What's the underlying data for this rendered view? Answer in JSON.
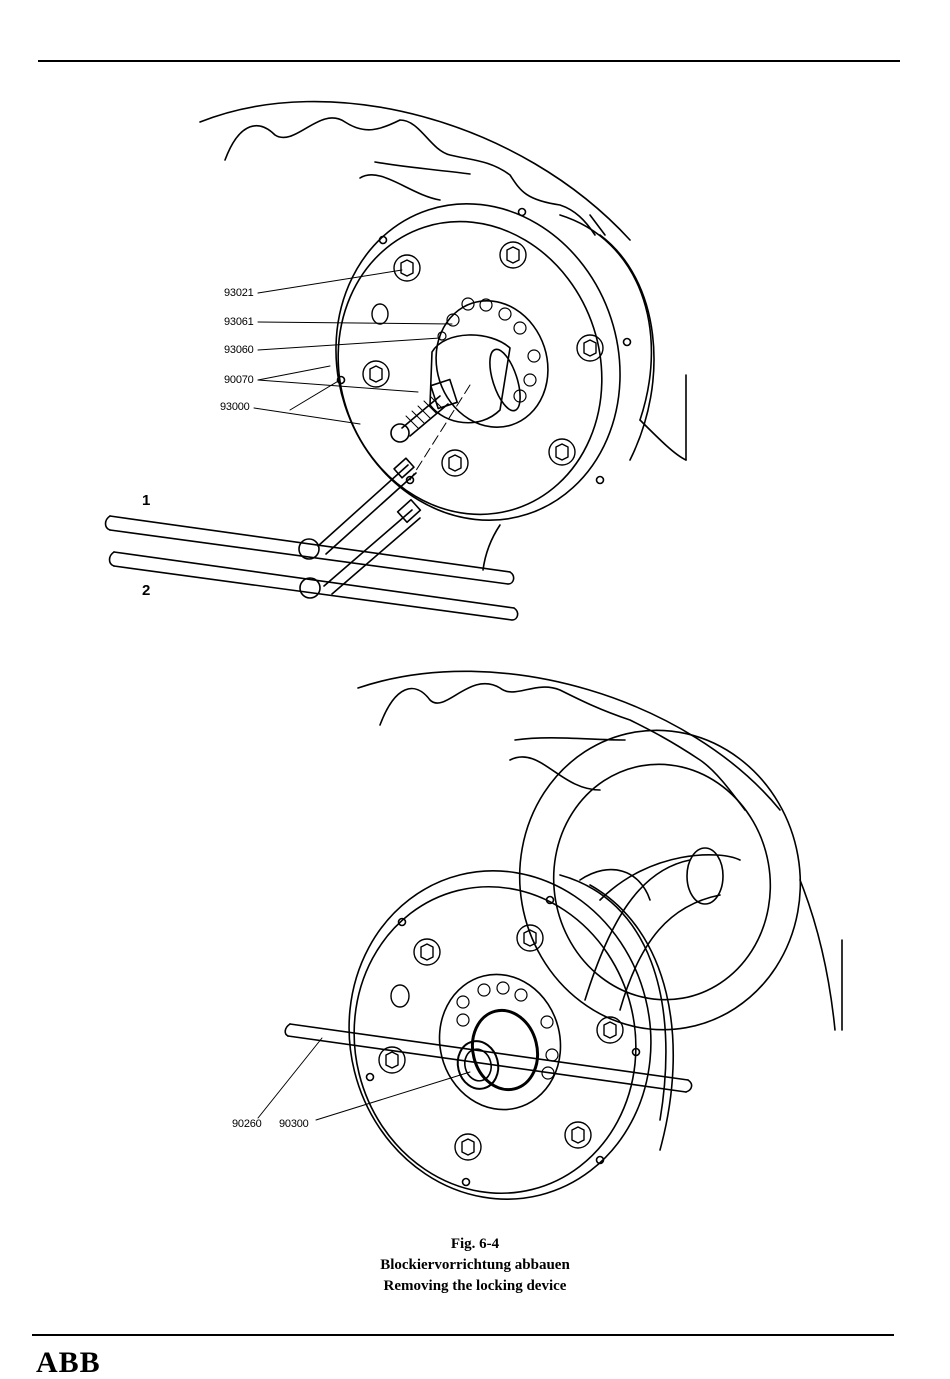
{
  "upper_figure": {
    "labels": [
      "93021",
      "93061",
      "93060",
      "90070",
      "93000"
    ],
    "tool_numbers": [
      "1",
      "2"
    ]
  },
  "lower_figure": {
    "labels": [
      "90260",
      "90300"
    ]
  },
  "caption": {
    "figure_number": "Fig. 6-4",
    "title_de": "Blockiervorrichtung abbauen",
    "title_en": "Removing the locking device"
  },
  "footer": {
    "logo": "ABB"
  }
}
